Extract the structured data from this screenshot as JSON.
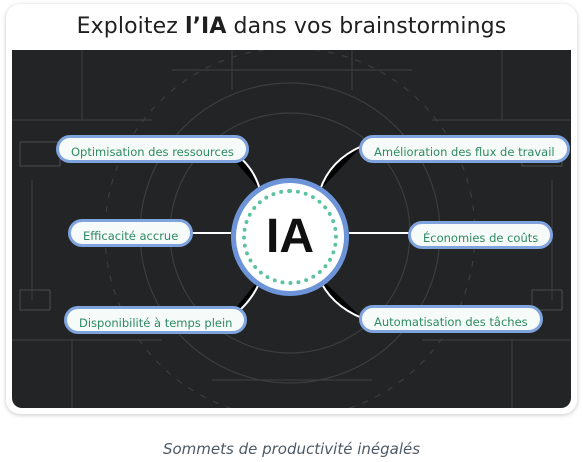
{
  "title": {
    "prefix": "Exploitez ",
    "bold": "l’IA",
    "suffix": " dans vos brainstormings"
  },
  "hub": {
    "label": "IA"
  },
  "nodes": {
    "left_top": "Optimisation des ressources",
    "left_mid": "Efficacité accrue",
    "left_bottom": "Disponibilité à temps plein",
    "right_top": "Amélioration des flux de travail",
    "right_mid": "Économies de coûts",
    "right_bottom": "Automatisation des tâches"
  },
  "caption": "Sommets de productivité inégalés",
  "colors": {
    "panel_background": "#232425",
    "pill_border": "#7fa3dc",
    "pill_text": "#2d8a62",
    "hub_border": "#6d94d8",
    "hub_dots": "#5cc3a0"
  }
}
